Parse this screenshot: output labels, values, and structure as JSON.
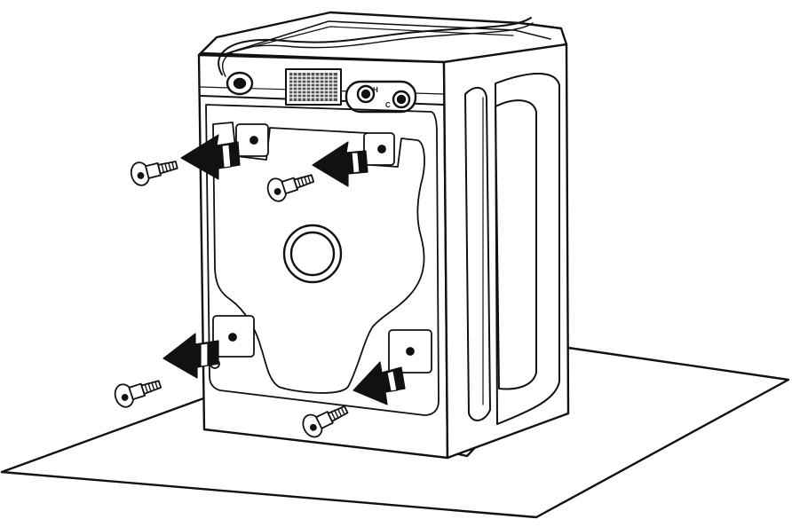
{
  "diagram": {
    "valve_labels": {
      "hot": "H",
      "cold": "C"
    },
    "colors": {
      "ink": "#111111",
      "paper": "#ffffff",
      "arrow_fill": "#111111"
    },
    "parts": [
      "floor-panel",
      "washer-cabinet",
      "back-panel",
      "vent-grille",
      "water-inlet-valves",
      "drain-port",
      "side-panel",
      "shipping-bolt-x4",
      "removal-arrow-x4"
    ]
  }
}
